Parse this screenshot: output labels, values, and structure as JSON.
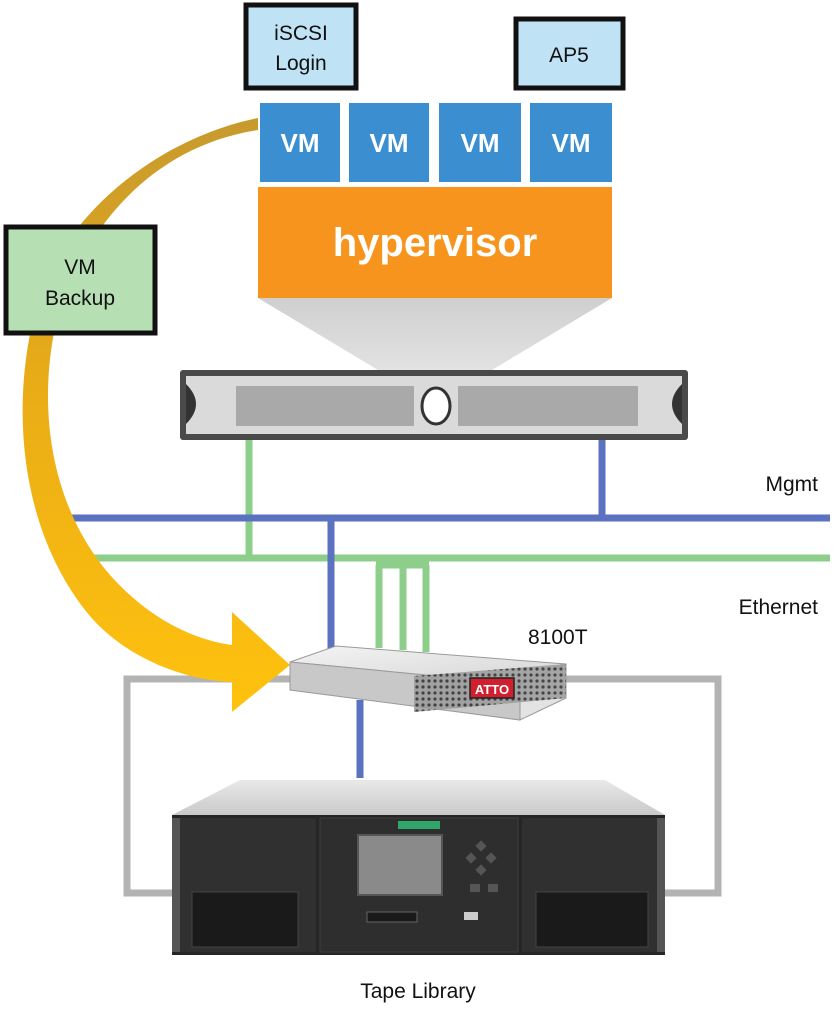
{
  "top_boxes": {
    "iscsi_line1": "iSCSI",
    "iscsi_line2": "Login",
    "ap5": "AP5"
  },
  "vms": [
    "VM",
    "VM",
    "VM",
    "VM"
  ],
  "hypervisor": "hypervisor",
  "vm_backup": {
    "line1": "VM",
    "line2": "Backup"
  },
  "networks": {
    "mgmt": "Mgmt",
    "ethernet": "Ethernet"
  },
  "bridge": {
    "model": "8100T",
    "brand": "ATTO"
  },
  "tape_library": "Tape Library",
  "colors": {
    "vm_blue": "#3b8fd0",
    "hypervisor_orange": "#f7941d",
    "box_blue": "#bfe2f5",
    "box_green": "#b6dfb4",
    "mgmt_line": "#5a72c0",
    "ethernet_line": "#8dcf8a",
    "sas_line": "#b3b3b3",
    "arrow_gold": "#d39b1e",
    "arrow_yellow": "#f8bd13"
  }
}
